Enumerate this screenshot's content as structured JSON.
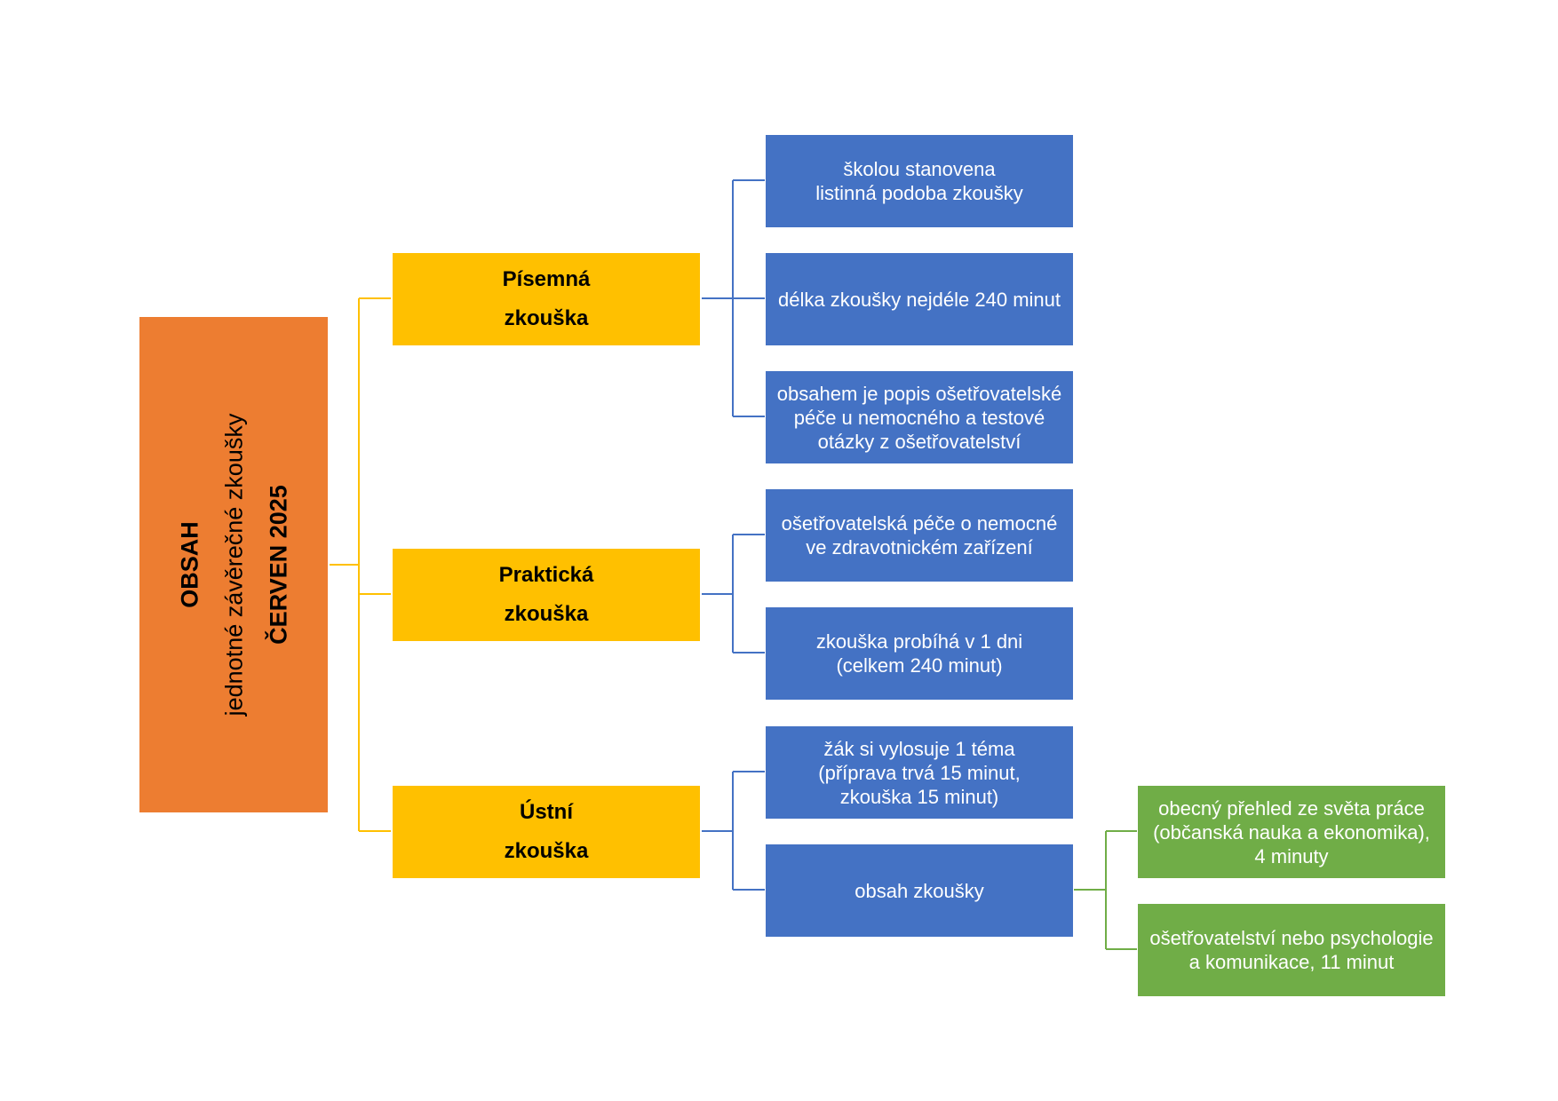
{
  "colors": {
    "root": "#ED7D31",
    "category": "#FFC000",
    "item": "#4472C4",
    "subitem": "#70AD47",
    "connector_root": "#FFC000",
    "connector_item": "#4472C4",
    "connector_sub": "#70AD47"
  },
  "root": {
    "line1": "OBSAH",
    "line2": "jednotné  závěrečné zkoušky",
    "line3": "ČERVEN 2025"
  },
  "categories": [
    {
      "line1": "Písemná",
      "line2": "zkouška",
      "items": [
        "školou stanovena\nlistinná podoba zkoušky",
        "délka zkoušky nejdéle 240 minut",
        "obsahem je popis ošetřovatelské\npéče u nemocného a testové\notázky z ošetřovatelství"
      ]
    },
    {
      "line1": "Praktická",
      "line2": "zkouška",
      "items": [
        "ošetřovatelská péče o nemocné\nve zdravotnickém zařízení",
        "zkouška probíhá v 1 dni\n(celkem 240 minut)"
      ]
    },
    {
      "line1": "Ústní",
      "line2": "zkouška",
      "items": [
        "žák si vylosuje 1 téma\n(příprava trvá 15 minut,\nzkouška 15 minut)",
        "obsah zkoušky"
      ]
    }
  ],
  "subitems": [
    "obecný přehled ze světa práce\n(občanská nauka a ekonomika),\n4 minuty",
    "ošetřovatelství  nebo psychologie\na komunikace, 11 minut"
  ]
}
